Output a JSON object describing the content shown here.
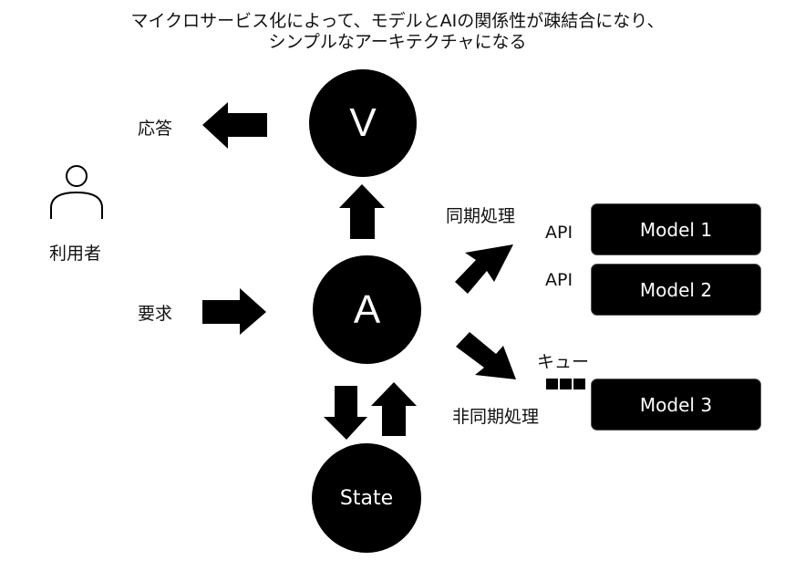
{
  "title": {
    "line1": "マイクロサービス化によって、モデルとAIの関係性が疎結合になり、",
    "line2": "シンプルなアーキテクチャになる"
  },
  "labels": {
    "response": "応答",
    "request": "要求",
    "user": "利用者",
    "sync": "同期処理",
    "async": "非同期処理",
    "api1": "API",
    "api2": "API",
    "queue": "キュー"
  },
  "nodes": {
    "v": "V",
    "a": "A",
    "state": "State"
  },
  "models": {
    "model1": "Model 1",
    "model2": "Model 2",
    "model3": "Model 3"
  },
  "icons": {
    "user": "person-outline-icon"
  },
  "colors": {
    "node_fill": "#000000",
    "text_on_node": "#ffffff"
  }
}
